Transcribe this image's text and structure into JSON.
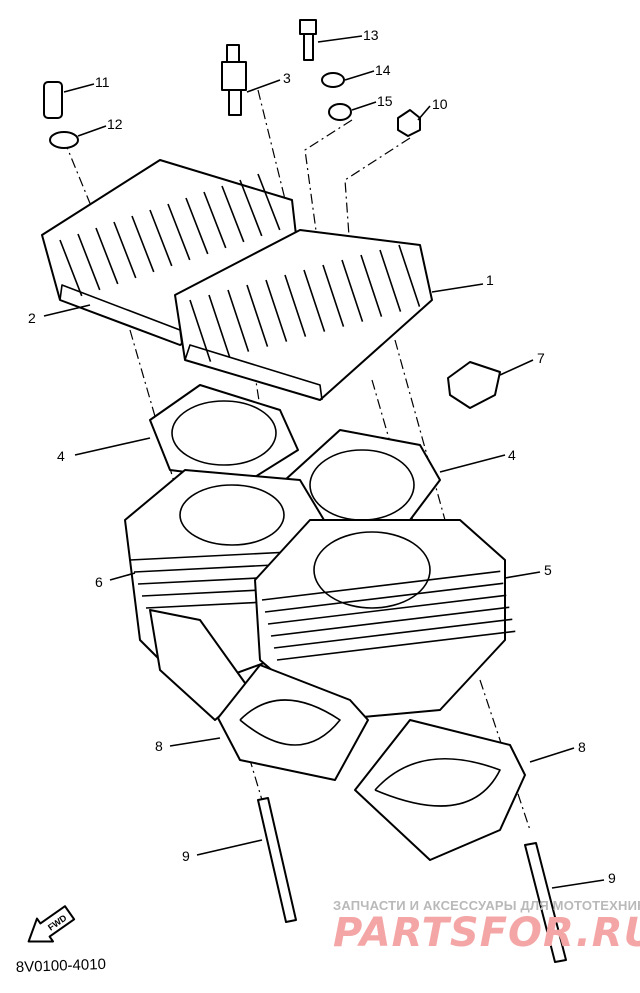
{
  "diagram": {
    "part_code": "8V0100-4010",
    "fwd_label": "FWD",
    "callouts": [
      "1",
      "2",
      "3",
      "4",
      "4",
      "5",
      "6",
      "7",
      "8",
      "8",
      "9",
      "9",
      "10",
      "11",
      "12",
      "13",
      "14",
      "15"
    ]
  },
  "watermark": {
    "tagline": "ЗАПЧАСТИ И АКСЕССУАРЫ ДЛЯ МОТОТЕХНИКИ",
    "brand": "PARTSFOR.RU"
  },
  "colors": {
    "line": "#000000",
    "watermark_brand": "#f4a6a6",
    "watermark_tagline": "#b9b9b9"
  }
}
